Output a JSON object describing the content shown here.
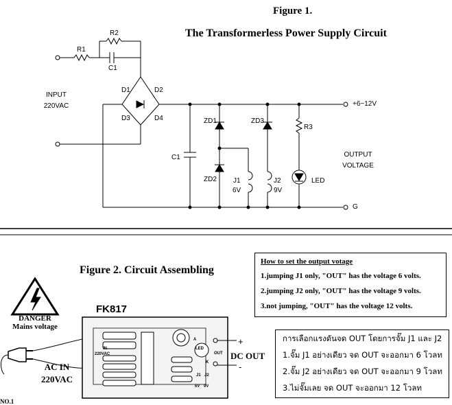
{
  "figure1": {
    "title": "Figure 1.",
    "subtitle": "The Transformerless Power Supply Circuit",
    "labels": {
      "r1": "R1",
      "r2": "R2",
      "c1_top": "C1",
      "input": "INPUT",
      "input_v": "220VAC",
      "d1": "D1",
      "d2": "D2",
      "d3": "D3",
      "d4": "D4",
      "c1": "C1",
      "zd1": "ZD1",
      "zd2": "ZD2",
      "zd3": "ZD3",
      "r3": "R3",
      "j1": "J1",
      "j1v": "6V",
      "j2": "J2",
      "j2v": "9V",
      "led": "LED",
      "vout": "+6~12V",
      "output": "OUTPUT",
      "voltage": "VOLTAGE",
      "g": "G"
    }
  },
  "figure2": {
    "title": "Figure 2. Circuit Assembling",
    "kit": "FK817",
    "danger": "DANGER",
    "mains": "Mains voltage",
    "ac_in": "AC IN",
    "ac_v": "220VAC",
    "dc_out": "DC OUT",
    "plus": "+",
    "minus": "-",
    "no": "NO.1",
    "board_labels": {
      "in": "IN",
      "v": "220VAC",
      "out": "OUT",
      "led": "LED",
      "j1": "J1",
      "j2": "J2",
      "v6": "6V",
      "v9": "9V",
      "k": "K",
      "a": "A"
    }
  },
  "how_to": {
    "title": "How to set the output votage",
    "lines": [
      "1.jumping J1 only, \"OUT\" has the voltage 6 volts.",
      "2.jumping J2 only, \"OUT\" has the voltage 9 volts.",
      "3.not jumping, \"OUT\" has the voltage 12 volts."
    ]
  },
  "thai_box": {
    "lines": [
      "การเลือกแรงดันจด OUT โดยการจั๊ม J1 และ J2",
      "1.จั๊ม J1 อย่างเดียว จด OUT จะออกมา 6 โวลท",
      "2.จั๊ม J2 อย่างเดียว จด OUT จะออกมา 9 โวลท",
      "3.ไม่จั๊มเลย จด OUT จะออกมา 12 โวลท"
    ]
  },
  "colors": {
    "ink": "#000000",
    "paper": "#ffffff",
    "board": "#f4f4f4"
  }
}
